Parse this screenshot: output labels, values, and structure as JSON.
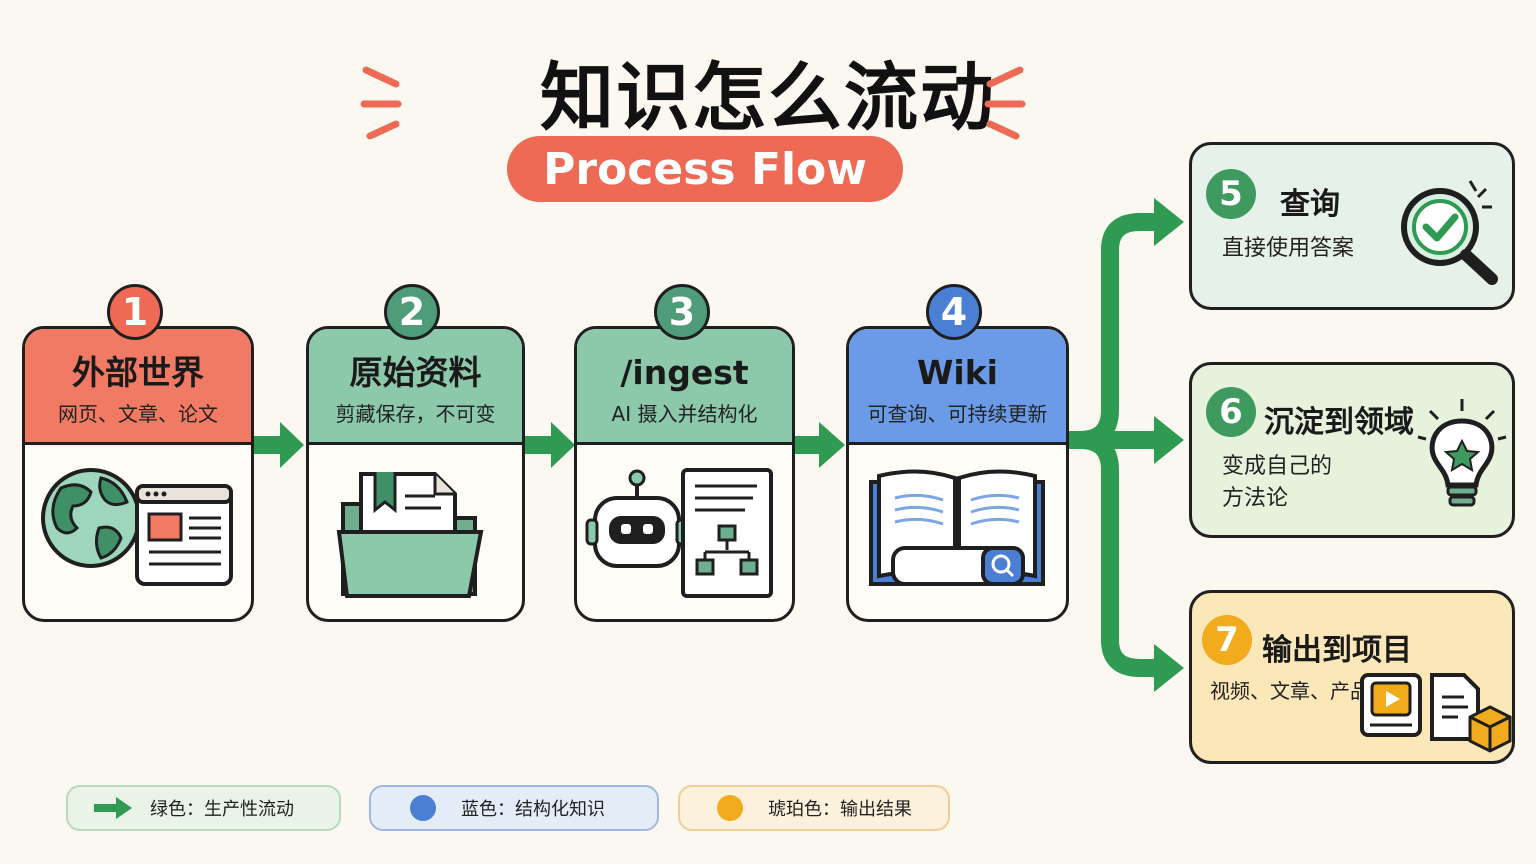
{
  "header": {
    "title": "知识怎么流动",
    "subtitle": "Process Flow"
  },
  "colors": {
    "red": "#ee6a55",
    "green": "#5aa982",
    "teal": "#6fbe9c",
    "blue": "#5b8fdd",
    "amber": "#f3b623",
    "arrow_green": "#2e9a52"
  },
  "steps": [
    {
      "number": "1",
      "name": "外部世界",
      "desc": "网页、文章、论文",
      "icon": "globe-webpage-icon"
    },
    {
      "number": "2",
      "name": "原始资料",
      "desc": "剪藏保存，不可变",
      "icon": "folder-document-icon"
    },
    {
      "number": "3",
      "name": "/ingest",
      "desc": "AI 摄入并结构化",
      "icon": "robot-structure-icon"
    },
    {
      "number": "4",
      "name": "Wiki",
      "desc": "可查询、可持续更新",
      "icon": "book-search-icon"
    }
  ],
  "outputs": [
    {
      "number": "5",
      "title": "查询",
      "desc": "直接使用答案",
      "icon": "magnifier-check-icon"
    },
    {
      "number": "6",
      "title": "沉淀到领域",
      "desc_line1": "变成自己的",
      "desc_line2": "方法论",
      "icon": "lightbulb-star-icon"
    },
    {
      "number": "7",
      "title": "输出到项目",
      "desc": "视频、文章、产品",
      "icon": "video-document-box-icon"
    }
  ],
  "legend": [
    {
      "label": "绿色：生产性流动",
      "icon": "green-arrow-icon"
    },
    {
      "label": "蓝色：结构化知识",
      "icon": "blue-dot-icon"
    },
    {
      "label": "琥珀色：输出结果",
      "icon": "amber-dot-icon"
    }
  ]
}
